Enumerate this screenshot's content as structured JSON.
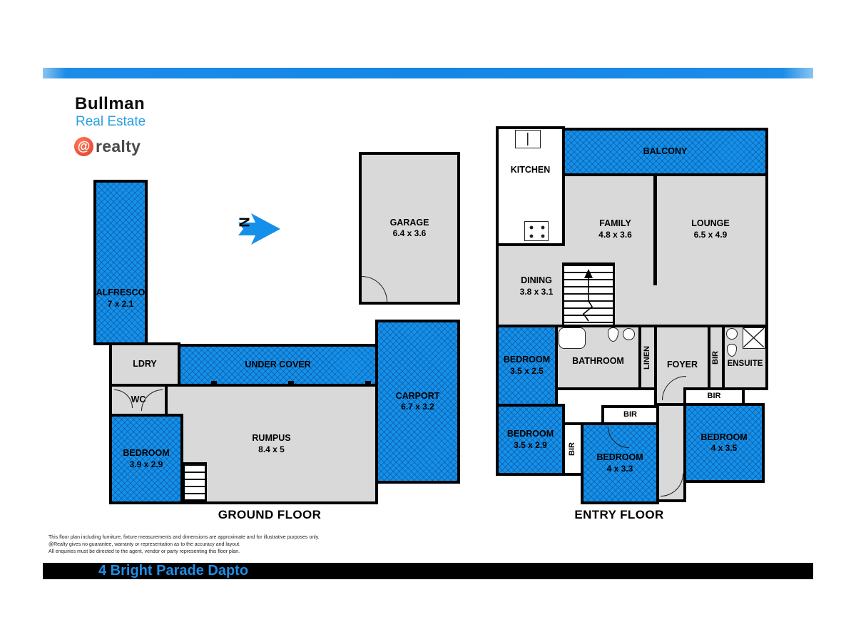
{
  "brand": {
    "name": "Bullman",
    "tagline": "Real Estate",
    "logo_at": "@",
    "logo_text": "realty"
  },
  "north_label": "N",
  "ground_floor": {
    "caption": "GROUND FLOOR",
    "alfresco": {
      "name": "ALFRESCO",
      "dims": "7 x 2.1"
    },
    "garage": {
      "name": "GARAGE",
      "dims": "6.4 x 3.6"
    },
    "ldry": {
      "name": "LDRY"
    },
    "under_cover": {
      "name": "UNDER COVER"
    },
    "wc": {
      "name": "WC"
    },
    "bedroom": {
      "name": "BEDROOM",
      "dims": "3.9 x 2.9"
    },
    "rumpus": {
      "name": "RUMPUS",
      "dims": "8.4 x 5"
    },
    "carport": {
      "name": "CARPORT",
      "dims": "6.7 x 3.2"
    }
  },
  "entry_floor": {
    "caption": "ENTRY FLOOR",
    "kitchen": {
      "name": "KITCHEN"
    },
    "balcony": {
      "name": "BALCONY"
    },
    "family": {
      "name": "FAMILY",
      "dims": "4.8 x 3.6"
    },
    "lounge": {
      "name": "LOUNGE",
      "dims": "6.5 x 4.9"
    },
    "dining": {
      "name": "DINING",
      "dims": "3.8 x 3.1"
    },
    "bedroom1": {
      "name": "BEDROOM",
      "dims": "3.5 x 2.5"
    },
    "bathroom": {
      "name": "BATHROOM"
    },
    "linen": {
      "name": "LINEN"
    },
    "foyer": {
      "name": "FOYER"
    },
    "bir_hall": {
      "name": "BIR"
    },
    "ensuite": {
      "name": "ENSUITE"
    },
    "bir_bed4": {
      "name": "BIR"
    },
    "bedroom4": {
      "name": "BEDROOM",
      "dims": "4 x 3.5"
    },
    "bir_bed3": {
      "name": "BIR"
    },
    "bedroom2": {
      "name": "BEDROOM",
      "dims": "3.5 x 2.9"
    },
    "bir_side": {
      "name": "BIR"
    },
    "bedroom3": {
      "name": "BEDROOM",
      "dims": "4 x 3.3"
    }
  },
  "disclaimer": {
    "line1": "This floor plan including furniture, fixture measurements and dimensions are approximate and for illustrative purposes only.",
    "line2": "@Realty gives no guarantee, warranty or representation as to the accuracy and layout.",
    "line3": "All enquiries must be directed to the agent, vendor or party representing this floor plan."
  },
  "footer": {
    "address": "4 Bright Parade Dapto"
  },
  "colors": {
    "accent_blue": "#1590ea",
    "hatch_line": "#053872",
    "room_gray": "#d9d9d9",
    "wall": "#000000",
    "bar_black": "#000000",
    "address_blue": "#1d8ee8",
    "logo_red": "#e03c2e",
    "tagline_blue": "#2b9fe0"
  },
  "icons": [
    "north-arrow-icon",
    "stairs-icon",
    "sink-icon",
    "stove-icon",
    "bath-icon",
    "toilet-icon",
    "shower-icon",
    "vanity-icon",
    "door-arc-icon"
  ]
}
